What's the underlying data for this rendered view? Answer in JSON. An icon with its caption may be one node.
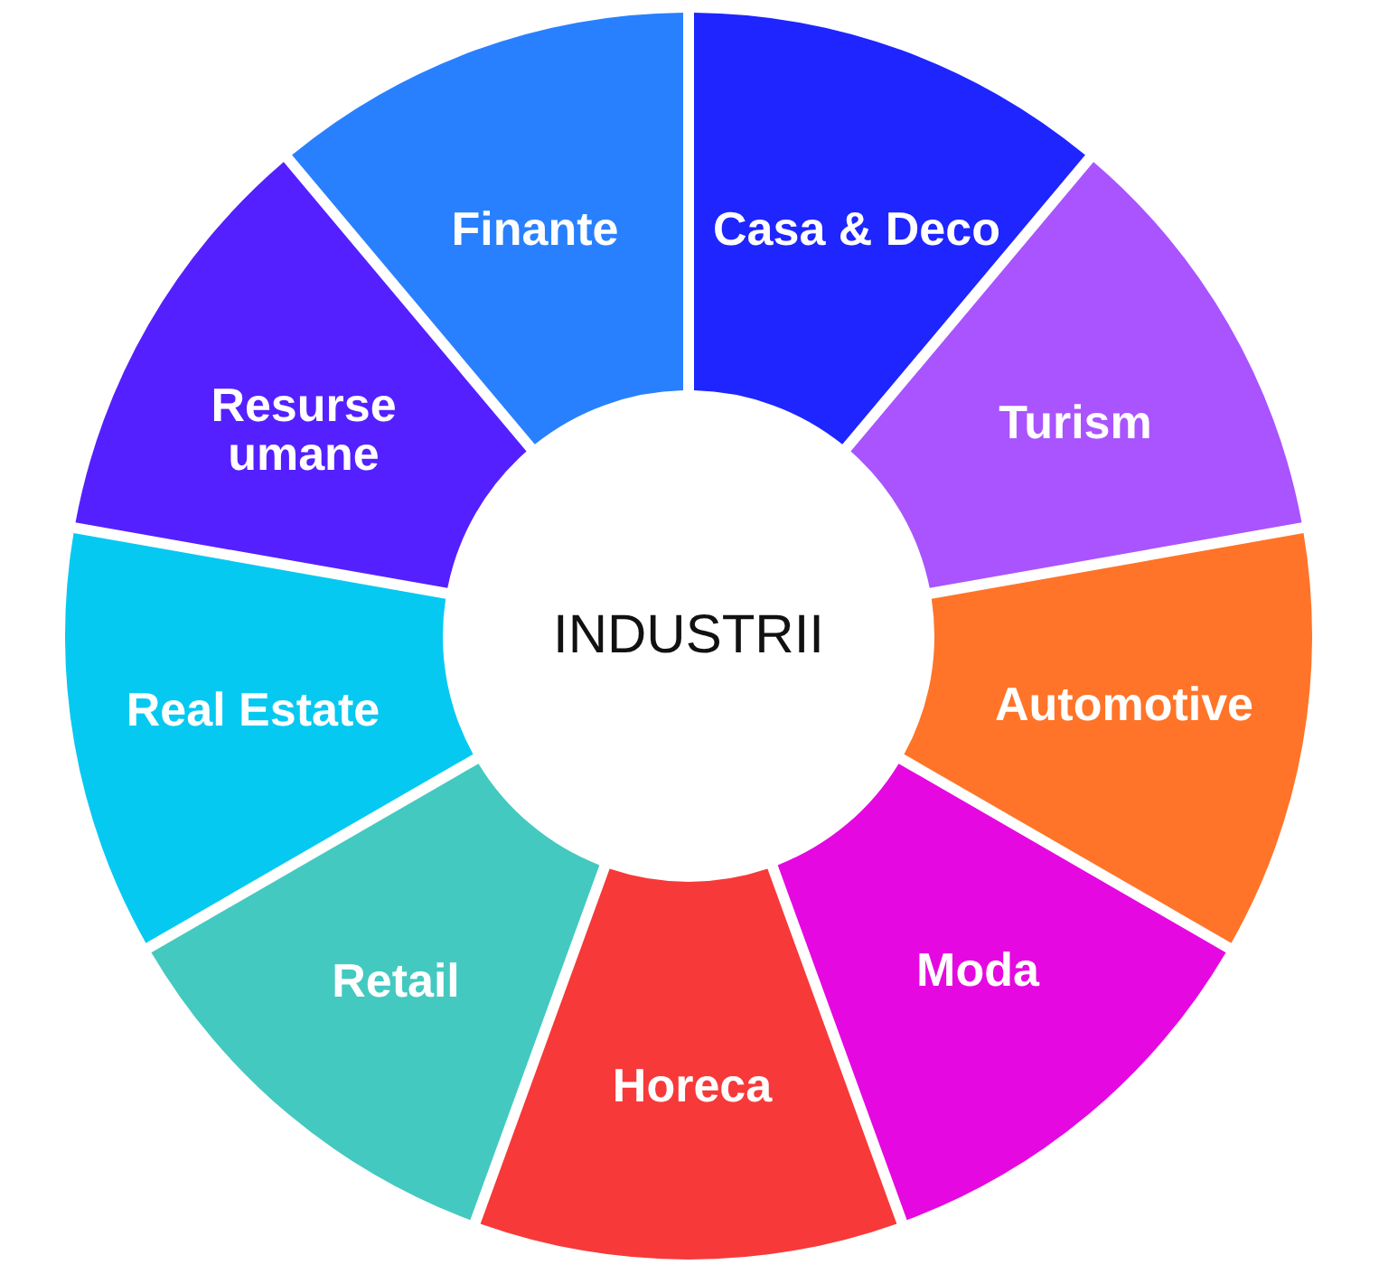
{
  "diagram": {
    "nodes": [
      {
        "text": [
          "INDUSTRII"
        ]
      },
      {
        "text": [
          "Finante"
        ]
      },
      {
        "text": [
          "Casa & Deco"
        ]
      },
      {
        "text": [
          "Turism"
        ]
      },
      {
        "text": [
          "Automotive"
        ]
      },
      {
        "text": [
          "Moda"
        ]
      },
      {
        "text": [
          "Horeca"
        ]
      },
      {
        "text": [
          "Retail"
        ]
      },
      {
        "text": [
          "Real Estate"
        ]
      },
      {
        "text": [
          "Resurse umane"
        ]
      }
    ]
  }
}
